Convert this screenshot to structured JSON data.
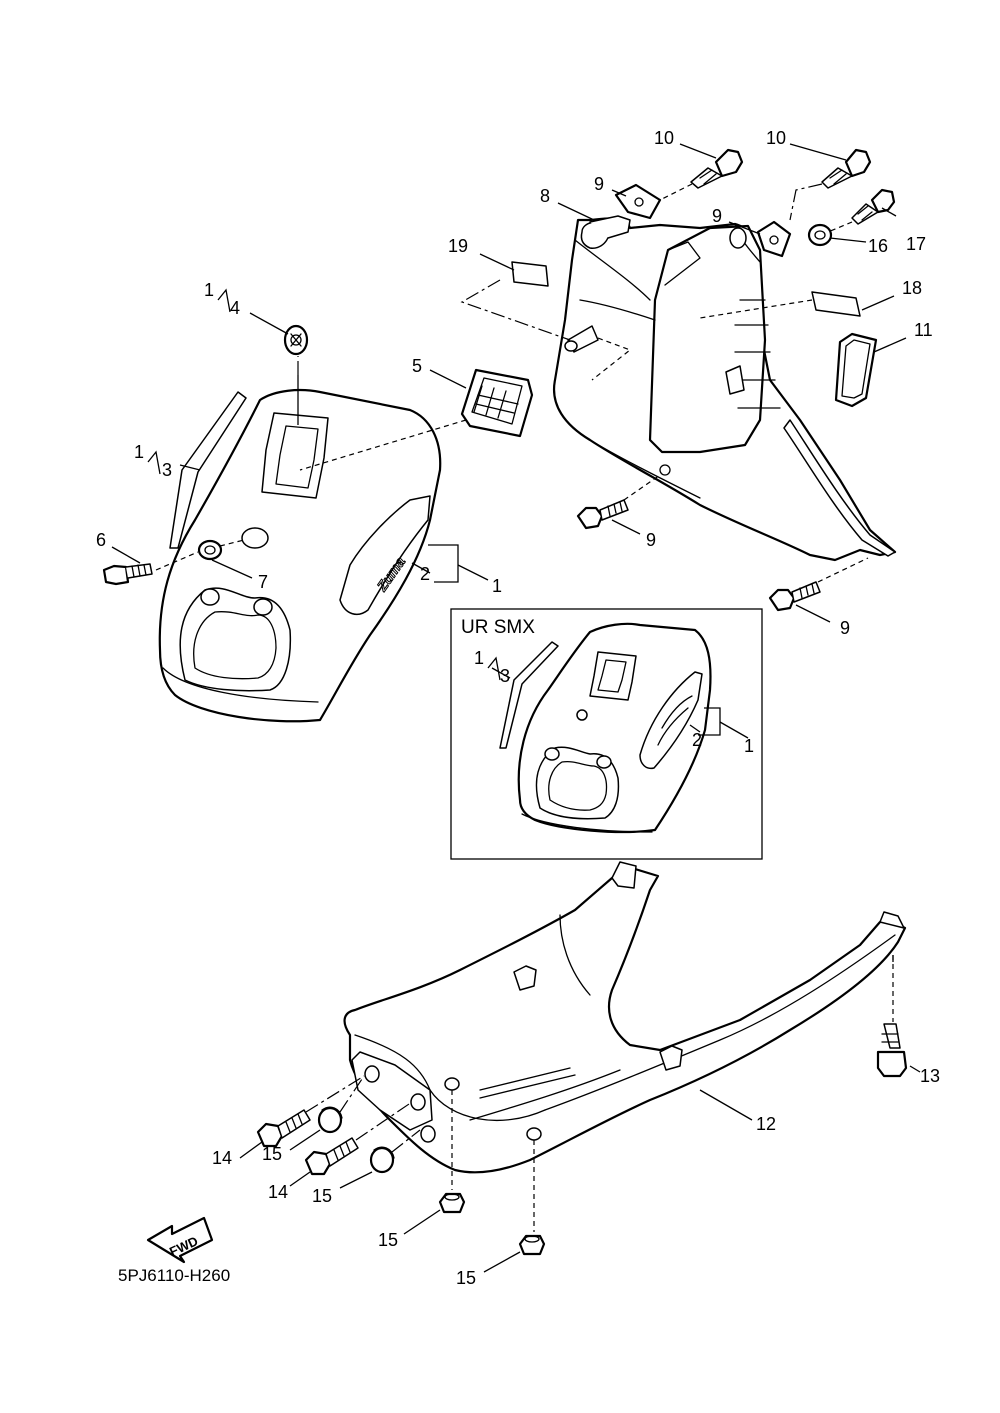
{
  "diagram": {
    "code": "5PJ6110-H260",
    "inset_label": "UR SMX",
    "fwd_label": "FWD",
    "logo_text": "Zuma",
    "callouts": {
      "c1": "1",
      "c2": "2",
      "c3": "3",
      "c4": "4",
      "c5": "5",
      "c6": "6",
      "c7": "7",
      "c8": "8",
      "c9": "9",
      "c10": "10",
      "c11": "11",
      "c12": "12",
      "c13": "13",
      "c14": "14",
      "c15": "15",
      "c16": "16",
      "c17": "17",
      "c18": "18",
      "c19": "19"
    }
  }
}
